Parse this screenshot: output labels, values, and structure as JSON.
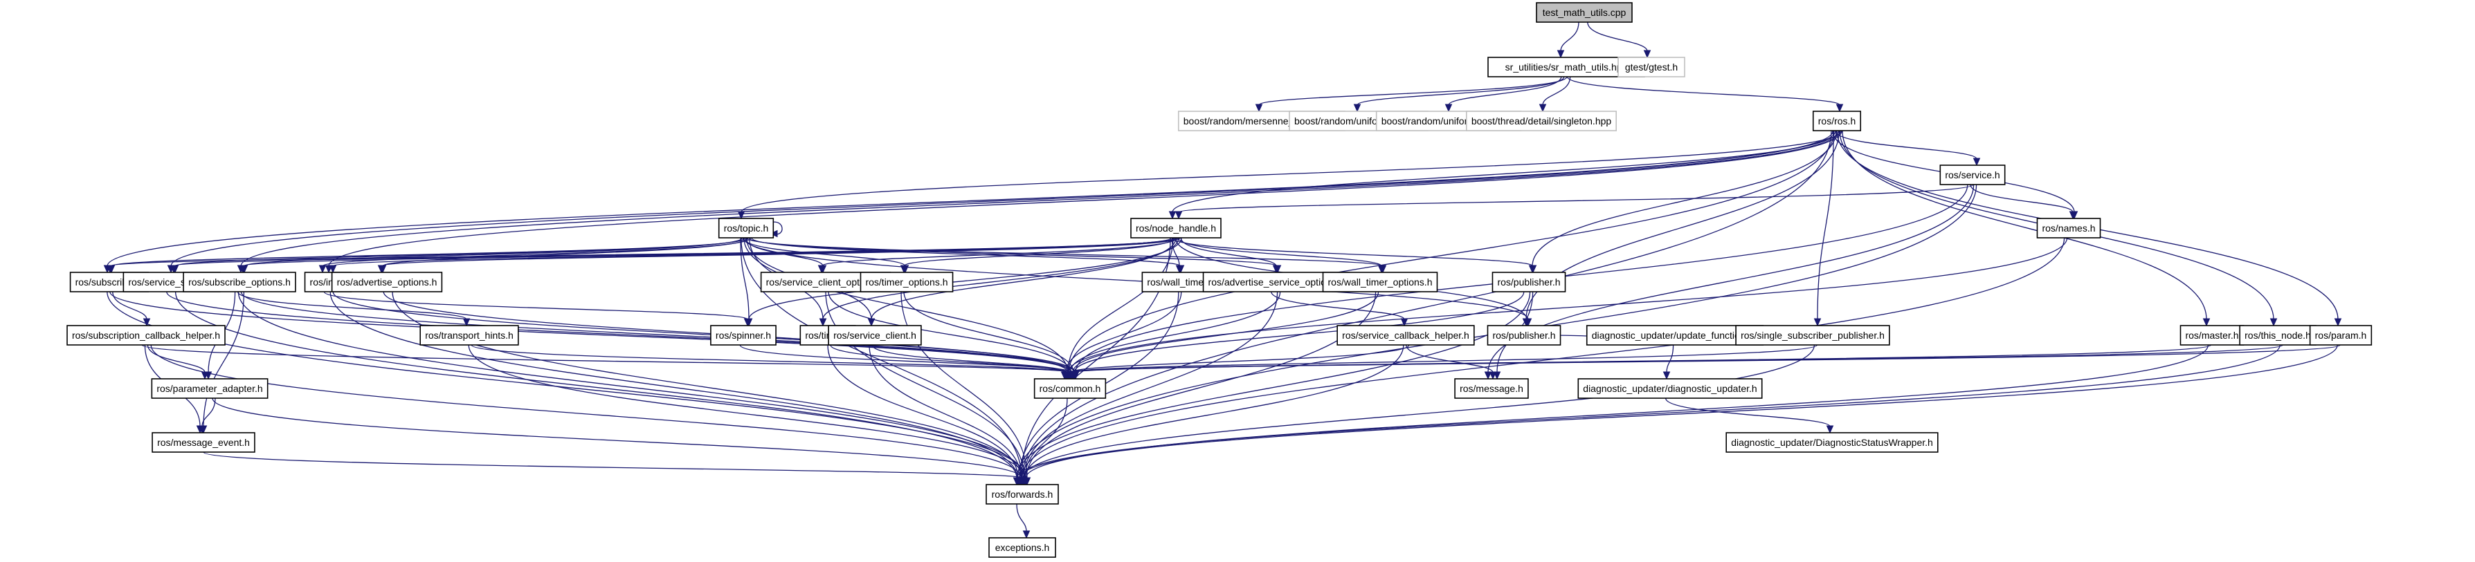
{
  "title": "test_math_utils.cpp include dependency graph",
  "colors": {
    "edge": "#191970",
    "root_fill": "#bfbfbf",
    "node_border": "#000000",
    "external_border": "#bfbfbf"
  },
  "nodes": [
    {
      "id": "root",
      "label": "test_math_utils.cpp",
      "kind": "root"
    },
    {
      "id": "sr_math",
      "label": "sr_utilities/sr_math_utils.hpp",
      "kind": "normal"
    },
    {
      "id": "gtest",
      "label": "gtest/gtest.h",
      "kind": "external"
    },
    {
      "id": "mt",
      "label": "boost/random/mersenne_twister.hpp",
      "kind": "external"
    },
    {
      "id": "uint",
      "label": "boost/random/uniform_int.hpp",
      "kind": "external"
    },
    {
      "id": "ureal",
      "label": "boost/random/uniform_real.hpp",
      "kind": "external"
    },
    {
      "id": "singleton",
      "label": "boost/thread/detail/singleton.hpp",
      "kind": "external"
    },
    {
      "id": "ros",
      "label": "ros/ros.h",
      "kind": "normal"
    },
    {
      "id": "service",
      "label": "ros/service.h",
      "kind": "normal"
    },
    {
      "id": "topic",
      "label": "ros/topic.h",
      "kind": "normal"
    },
    {
      "id": "node_handle",
      "label": "ros/node_handle.h",
      "kind": "normal"
    },
    {
      "id": "names",
      "label": "ros/names.h",
      "kind": "normal"
    },
    {
      "id": "subscriber",
      "label": "ros/subscriber.h",
      "kind": "normal"
    },
    {
      "id": "service_server",
      "label": "ros/service_server.h",
      "kind": "normal"
    },
    {
      "id": "subscribe_options",
      "label": "ros/subscribe_options.h",
      "kind": "normal"
    },
    {
      "id": "init",
      "label": "ros/init.h",
      "kind": "normal"
    },
    {
      "id": "advertise_options",
      "label": "ros/advertise_options.h",
      "kind": "normal"
    },
    {
      "id": "service_client_options",
      "label": "ros/service_client_options.h",
      "kind": "normal"
    },
    {
      "id": "timer_options",
      "label": "ros/timer_options.h",
      "kind": "normal"
    },
    {
      "id": "wall_timer",
      "label": "ros/wall_timer.h",
      "kind": "normal"
    },
    {
      "id": "advertise_service_options",
      "label": "ros/advertise_service_options.h",
      "kind": "normal"
    },
    {
      "id": "wall_timer_options",
      "label": "ros/wall_timer_options.h",
      "kind": "normal"
    },
    {
      "id": "publisher_a",
      "label": "ros/publisher.h",
      "kind": "normal"
    },
    {
      "id": "subscription_callback_helper",
      "label": "ros/subscription_callback_helper.h",
      "kind": "normal"
    },
    {
      "id": "transport_hints",
      "label": "ros/transport_hints.h",
      "kind": "normal"
    },
    {
      "id": "spinner",
      "label": "ros/spinner.h",
      "kind": "normal"
    },
    {
      "id": "timer",
      "label": "ros/timer.h",
      "kind": "normal"
    },
    {
      "id": "service_client",
      "label": "ros/service_client.h",
      "kind": "normal"
    },
    {
      "id": "service_callback_helper",
      "label": "ros/service_callback_helper.h",
      "kind": "normal"
    },
    {
      "id": "publisher_b",
      "label": "ros/publisher.h",
      "kind": "normal"
    },
    {
      "id": "update_functions",
      "label": "diagnostic_updater/update_functions.h",
      "kind": "normal"
    },
    {
      "id": "single_subscriber_publisher",
      "label": "ros/single_subscriber_publisher.h",
      "kind": "normal"
    },
    {
      "id": "master",
      "label": "ros/master.h",
      "kind": "normal"
    },
    {
      "id": "this_node",
      "label": "ros/this_node.h",
      "kind": "normal"
    },
    {
      "id": "param",
      "label": "ros/param.h",
      "kind": "normal"
    },
    {
      "id": "parameter_adapter",
      "label": "ros/parameter_adapter.h",
      "kind": "normal"
    },
    {
      "id": "common",
      "label": "ros/common.h",
      "kind": "normal"
    },
    {
      "id": "message",
      "label": "ros/message.h",
      "kind": "normal"
    },
    {
      "id": "diagnostic_updater",
      "label": "diagnostic_updater/diagnostic_updater.h",
      "kind": "normal"
    },
    {
      "id": "message_event",
      "label": "ros/message_event.h",
      "kind": "normal"
    },
    {
      "id": "dsw",
      "label": "diagnostic_updater/DiagnosticStatusWrapper.h",
      "kind": "normal"
    },
    {
      "id": "forwards",
      "label": "ros/forwards.h",
      "kind": "normal"
    },
    {
      "id": "exceptions",
      "label": "exceptions.h",
      "kind": "normal"
    }
  ],
  "edges": [
    [
      "root",
      "sr_math"
    ],
    [
      "root",
      "gtest"
    ],
    [
      "sr_math",
      "mt"
    ],
    [
      "sr_math",
      "uint"
    ],
    [
      "sr_math",
      "ureal"
    ],
    [
      "sr_math",
      "singleton"
    ],
    [
      "sr_math",
      "ros"
    ],
    [
      "ros",
      "service"
    ],
    [
      "ros",
      "names"
    ],
    [
      "ros",
      "topic"
    ],
    [
      "ros",
      "node_handle"
    ],
    [
      "ros",
      "subscriber"
    ],
    [
      "ros",
      "service_server"
    ],
    [
      "ros",
      "init"
    ],
    [
      "ros",
      "publisher_a"
    ],
    [
      "ros",
      "publisher_b"
    ],
    [
      "ros",
      "single_subscriber_publisher"
    ],
    [
      "ros",
      "master"
    ],
    [
      "ros",
      "this_node"
    ],
    [
      "ros",
      "param"
    ],
    [
      "ros",
      "common"
    ],
    [
      "ros",
      "forwards"
    ],
    [
      "ros",
      "subscribe_options"
    ],
    [
      "service",
      "node_handle"
    ],
    [
      "service",
      "names"
    ],
    [
      "service",
      "common"
    ],
    [
      "service",
      "forwards"
    ],
    [
      "service",
      "message"
    ],
    [
      "names",
      "common"
    ],
    [
      "names",
      "forwards"
    ],
    [
      "topic",
      "topic"
    ],
    [
      "topic",
      "subscriber"
    ],
    [
      "topic",
      "service_server"
    ],
    [
      "topic",
      "subscribe_options"
    ],
    [
      "topic",
      "init"
    ],
    [
      "topic",
      "advertise_options"
    ],
    [
      "topic",
      "service_client_options"
    ],
    [
      "topic",
      "timer_options"
    ],
    [
      "topic",
      "wall_timer"
    ],
    [
      "topic",
      "advertise_service_options"
    ],
    [
      "topic",
      "wall_timer_options"
    ],
    [
      "topic",
      "publisher_a"
    ],
    [
      "topic",
      "spinner"
    ],
    [
      "topic",
      "timer"
    ],
    [
      "topic",
      "service_client"
    ],
    [
      "topic",
      "common"
    ],
    [
      "topic",
      "forwards"
    ],
    [
      "node_handle",
      "subscriber"
    ],
    [
      "node_handle",
      "service_server"
    ],
    [
      "node_handle",
      "subscribe_options"
    ],
    [
      "node_handle",
      "init"
    ],
    [
      "node_handle",
      "advertise_options"
    ],
    [
      "node_handle",
      "service_client_options"
    ],
    [
      "node_handle",
      "timer_options"
    ],
    [
      "node_handle",
      "wall_timer"
    ],
    [
      "node_handle",
      "advertise_service_options"
    ],
    [
      "node_handle",
      "wall_timer_options"
    ],
    [
      "node_handle",
      "publisher_a"
    ],
    [
      "node_handle",
      "publisher_b"
    ],
    [
      "node_handle",
      "spinner"
    ],
    [
      "node_handle",
      "timer"
    ],
    [
      "node_handle",
      "service_client"
    ],
    [
      "node_handle",
      "common"
    ],
    [
      "node_handle",
      "forwards"
    ],
    [
      "subscriber",
      "subscription_callback_helper"
    ],
    [
      "subscriber",
      "common"
    ],
    [
      "subscriber",
      "forwards"
    ],
    [
      "service_server",
      "common"
    ],
    [
      "service_server",
      "forwards"
    ],
    [
      "subscribe_options",
      "subscribe_options"
    ],
    [
      "subscribe_options",
      "transport_hints"
    ],
    [
      "subscribe_options",
      "parameter_adapter"
    ],
    [
      "subscribe_options",
      "message_event"
    ],
    [
      "subscribe_options",
      "common"
    ],
    [
      "subscribe_options",
      "forwards"
    ],
    [
      "init",
      "spinner"
    ],
    [
      "init",
      "common"
    ],
    [
      "init",
      "forwards"
    ],
    [
      "advertise_options",
      "advertise_options"
    ],
    [
      "advertise_options",
      "common"
    ],
    [
      "advertise_options",
      "forwards"
    ],
    [
      "service_client_options",
      "common"
    ],
    [
      "service_client_options",
      "forwards"
    ],
    [
      "timer_options",
      "common"
    ],
    [
      "timer_options",
      "forwards"
    ],
    [
      "wall_timer",
      "wall_timer"
    ],
    [
      "wall_timer",
      "common"
    ],
    [
      "wall_timer",
      "forwards"
    ],
    [
      "advertise_service_options",
      "service_callback_helper"
    ],
    [
      "advertise_service_options",
      "common"
    ],
    [
      "advertise_service_options",
      "forwards"
    ],
    [
      "wall_timer_options",
      "common"
    ],
    [
      "wall_timer_options",
      "forwards"
    ],
    [
      "publisher_a",
      "update_functions"
    ],
    [
      "subscription_callback_helper",
      "parameter_adapter"
    ],
    [
      "subscription_callback_helper",
      "message_event"
    ],
    [
      "subscription_callback_helper",
      "common"
    ],
    [
      "subscription_callback_helper",
      "forwards"
    ],
    [
      "transport_hints",
      "common"
    ],
    [
      "transport_hints",
      "forwards"
    ],
    [
      "spinner",
      "common"
    ],
    [
      "timer",
      "timer"
    ],
    [
      "timer",
      "common"
    ],
    [
      "timer",
      "forwards"
    ],
    [
      "service_client",
      "common"
    ],
    [
      "service_client",
      "forwards"
    ],
    [
      "service_callback_helper",
      "common"
    ],
    [
      "service_callback_helper",
      "message"
    ],
    [
      "service_callback_helper",
      "forwards"
    ],
    [
      "publisher_b",
      "common"
    ],
    [
      "publisher_b",
      "message"
    ],
    [
      "publisher_b",
      "forwards"
    ],
    [
      "update_functions",
      "diagnostic_updater"
    ],
    [
      "diagnostic_updater",
      "dsw"
    ],
    [
      "single_subscriber_publisher",
      "common"
    ],
    [
      "single_subscriber_publisher",
      "forwards"
    ],
    [
      "master",
      "common"
    ],
    [
      "master",
      "forwards"
    ],
    [
      "this_node",
      "common"
    ],
    [
      "this_node",
      "forwards"
    ],
    [
      "param",
      "common"
    ],
    [
      "param",
      "forwards"
    ],
    [
      "parameter_adapter",
      "message_event"
    ],
    [
      "parameter_adapter",
      "forwards"
    ],
    [
      "message_event",
      "forwards"
    ],
    [
      "common",
      "forwards"
    ],
    [
      "forwards",
      "exceptions"
    ]
  ]
}
